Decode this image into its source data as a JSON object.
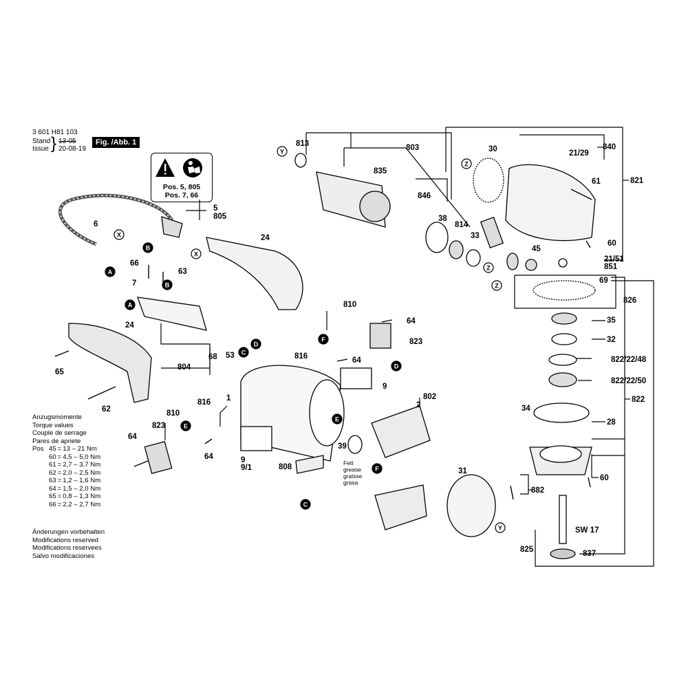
{
  "header": {
    "part_number": "3 601 H81 103",
    "stand_label": "Stand",
    "stand_value": "13-05",
    "issue_label": "Issue",
    "issue_value": "20-08-19",
    "figure_label": "Fig. /Abb. 1"
  },
  "warning_box": {
    "line1": "Pos. 5, 805",
    "line2": "Pos. 7, 66"
  },
  "torque": {
    "title_lines": [
      "Anzugsmomente",
      "Torque values",
      "Couple de serrage",
      "Pares de apriete"
    ],
    "pos_label": "Pos",
    "rows": [
      {
        "pos": "45",
        "value": "13 – 21 Nm"
      },
      {
        "pos": "60",
        "value": "4,5 – 5,0 Nm"
      },
      {
        "pos": "61",
        "value": "2,7 – 3,7 Nm"
      },
      {
        "pos": "62",
        "value": "2,0 – 2,5 Nm"
      },
      {
        "pos": "63",
        "value": "1,2 – 1,6 Nm"
      },
      {
        "pos": "64",
        "value": "1,5 – 2,0 Nm"
      },
      {
        "pos": "65",
        "value": "0,8 – 1,3 Nm"
      },
      {
        "pos": "66",
        "value": "2,2 – 2,7 Nm"
      }
    ]
  },
  "notes": [
    "Änderungen vorbehalten",
    "Modifications reserved",
    "Modifications reservees",
    "Salvo modificaciones"
  ],
  "grease_note": [
    "Fett",
    "grease",
    "graisse",
    "grasa"
  ],
  "callouts": [
    {
      "id": "813",
      "label": "813"
    },
    {
      "id": "803",
      "label": "803"
    },
    {
      "id": "835",
      "label": "835"
    },
    {
      "id": "846",
      "label": "846"
    },
    {
      "id": "38",
      "label": "38"
    },
    {
      "id": "814",
      "label": "814"
    },
    {
      "id": "33",
      "label": "33"
    },
    {
      "id": "30",
      "label": "30"
    },
    {
      "id": "840",
      "label": "840"
    },
    {
      "id": "2129",
      "label": "21/29"
    },
    {
      "id": "821",
      "label": "821"
    },
    {
      "id": "61",
      "label": "61"
    },
    {
      "id": "60a",
      "label": "60"
    },
    {
      "id": "2151",
      "label": "21/51"
    },
    {
      "id": "851",
      "label": "851"
    },
    {
      "id": "45",
      "label": "45"
    },
    {
      "id": "69",
      "label": "69"
    },
    {
      "id": "826",
      "label": "826"
    },
    {
      "id": "35",
      "label": "35"
    },
    {
      "id": "32",
      "label": "32"
    },
    {
      "id": "8222248",
      "label": "822/22/48"
    },
    {
      "id": "8222250",
      "label": "822/22/50"
    },
    {
      "id": "822",
      "label": "822"
    },
    {
      "id": "34",
      "label": "34"
    },
    {
      "id": "28",
      "label": "28"
    },
    {
      "id": "60b",
      "label": "60"
    },
    {
      "id": "882",
      "label": "882"
    },
    {
      "id": "sw17",
      "label": "SW 17"
    },
    {
      "id": "825",
      "label": "825"
    },
    {
      "id": "837",
      "label": "837"
    },
    {
      "id": "5",
      "label": "5"
    },
    {
      "id": "805",
      "label": "805"
    },
    {
      "id": "6",
      "label": "6"
    },
    {
      "id": "24a",
      "label": "24"
    },
    {
      "id": "66",
      "label": "66"
    },
    {
      "id": "63",
      "label": "63"
    },
    {
      "id": "7",
      "label": "7"
    },
    {
      "id": "24b",
      "label": "24"
    },
    {
      "id": "65",
      "label": "65"
    },
    {
      "id": "62",
      "label": "62"
    },
    {
      "id": "804",
      "label": "804"
    },
    {
      "id": "68",
      "label": "68"
    },
    {
      "id": "53",
      "label": "53"
    },
    {
      "id": "810a",
      "label": "810"
    },
    {
      "id": "64a",
      "label": "64"
    },
    {
      "id": "823a",
      "label": "823"
    },
    {
      "id": "816a",
      "label": "816"
    },
    {
      "id": "64b",
      "label": "64"
    },
    {
      "id": "9a",
      "label": "9"
    },
    {
      "id": "802",
      "label": "802"
    },
    {
      "id": "2",
      "label": "2"
    },
    {
      "id": "1",
      "label": "1"
    },
    {
      "id": "816b",
      "label": "816"
    },
    {
      "id": "810b",
      "label": "810"
    },
    {
      "id": "823b",
      "label": "823"
    },
    {
      "id": "64c",
      "label": "64"
    },
    {
      "id": "64d",
      "label": "64"
    },
    {
      "id": "9b",
      "label": "9"
    },
    {
      "id": "91",
      "label": "9/1"
    },
    {
      "id": "808",
      "label": "808"
    },
    {
      "id": "39",
      "label": "39"
    },
    {
      "id": "31",
      "label": "31"
    }
  ],
  "markers": [
    {
      "id": "A1",
      "letter": "A",
      "fill": "#000000"
    },
    {
      "id": "B1",
      "letter": "B",
      "fill": "#000000"
    },
    {
      "id": "B2",
      "letter": "B",
      "fill": "#000000"
    },
    {
      "id": "A2",
      "letter": "A",
      "fill": "#000000"
    },
    {
      "id": "C1",
      "letter": "C",
      "fill": "#000000"
    },
    {
      "id": "D1",
      "letter": "D",
      "fill": "#000000"
    },
    {
      "id": "F1",
      "letter": "F",
      "fill": "#000000"
    },
    {
      "id": "D2",
      "letter": "D",
      "fill": "#000000"
    },
    {
      "id": "E1",
      "letter": "E",
      "fill": "#000000"
    },
    {
      "id": "E2",
      "letter": "E",
      "fill": "#000000"
    },
    {
      "id": "F2",
      "letter": "F",
      "fill": "#000000"
    },
    {
      "id": "C2",
      "letter": "C",
      "fill": "#000000"
    },
    {
      "id": "X1",
      "letter": "X",
      "fill": "#ffffff"
    },
    {
      "id": "X2",
      "letter": "X",
      "fill": "#ffffff"
    },
    {
      "id": "Y1",
      "letter": "Y",
      "fill": "#ffffff"
    },
    {
      "id": "Y2",
      "letter": "Y",
      "fill": "#ffffff"
    },
    {
      "id": "Z1",
      "letter": "Z",
      "fill": "#ffffff"
    },
    {
      "id": "Z2",
      "letter": "Z",
      "fill": "#ffffff"
    },
    {
      "id": "Z3",
      "letter": "Z",
      "fill": "#ffffff"
    }
  ],
  "icons": [
    "warning-triangle-icon",
    "read-manual-icon"
  ]
}
